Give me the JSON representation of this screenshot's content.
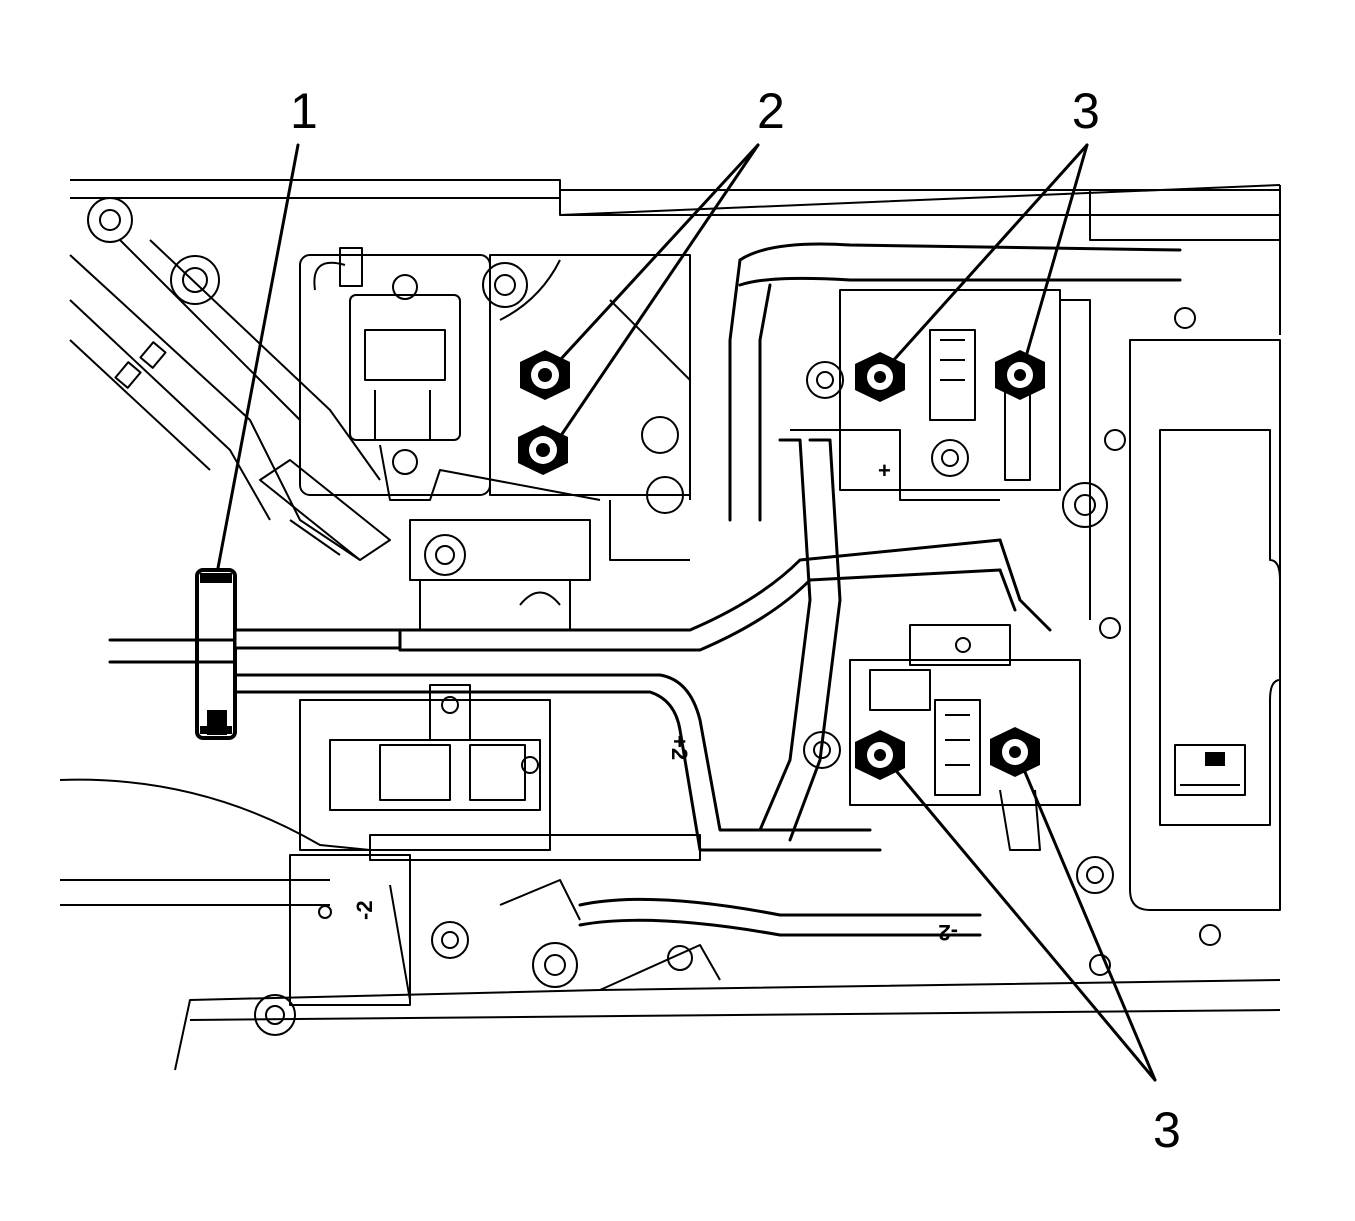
{
  "callouts": {
    "c1": "1",
    "c2": "2",
    "c3_top": "3",
    "c3_bottom": "3"
  },
  "terminal_marks": {
    "plus_top": "+",
    "plus_side": "+2",
    "minus_bottom": "-2",
    "minus_left": "-2"
  },
  "colors": {
    "line": "#000000",
    "background": "#ffffff"
  }
}
